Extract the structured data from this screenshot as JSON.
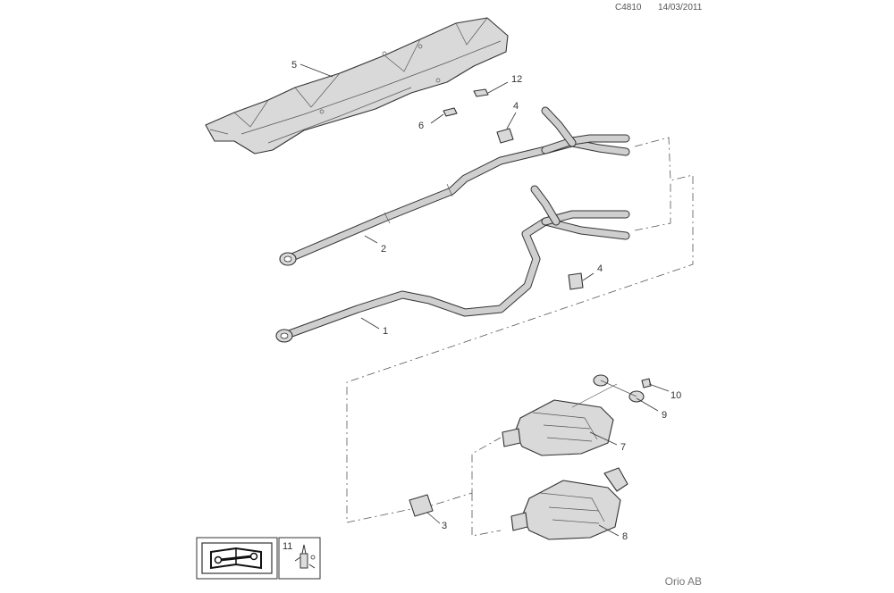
{
  "header": {
    "code": "C4810",
    "date": "14/03/2011"
  },
  "footer": {
    "brand": "Orio AB"
  },
  "callouts": {
    "p1": "1",
    "p2": "2",
    "p3": "3",
    "p4a": "4",
    "p4b": "4",
    "p5": "5",
    "p6": "6",
    "p7": "7",
    "p8": "8",
    "p9": "9",
    "p10": "10",
    "p11": "11",
    "p12": "12"
  },
  "icons": {
    "manual": "book-wrench-icon",
    "tool": "sealant-tool-icon"
  }
}
